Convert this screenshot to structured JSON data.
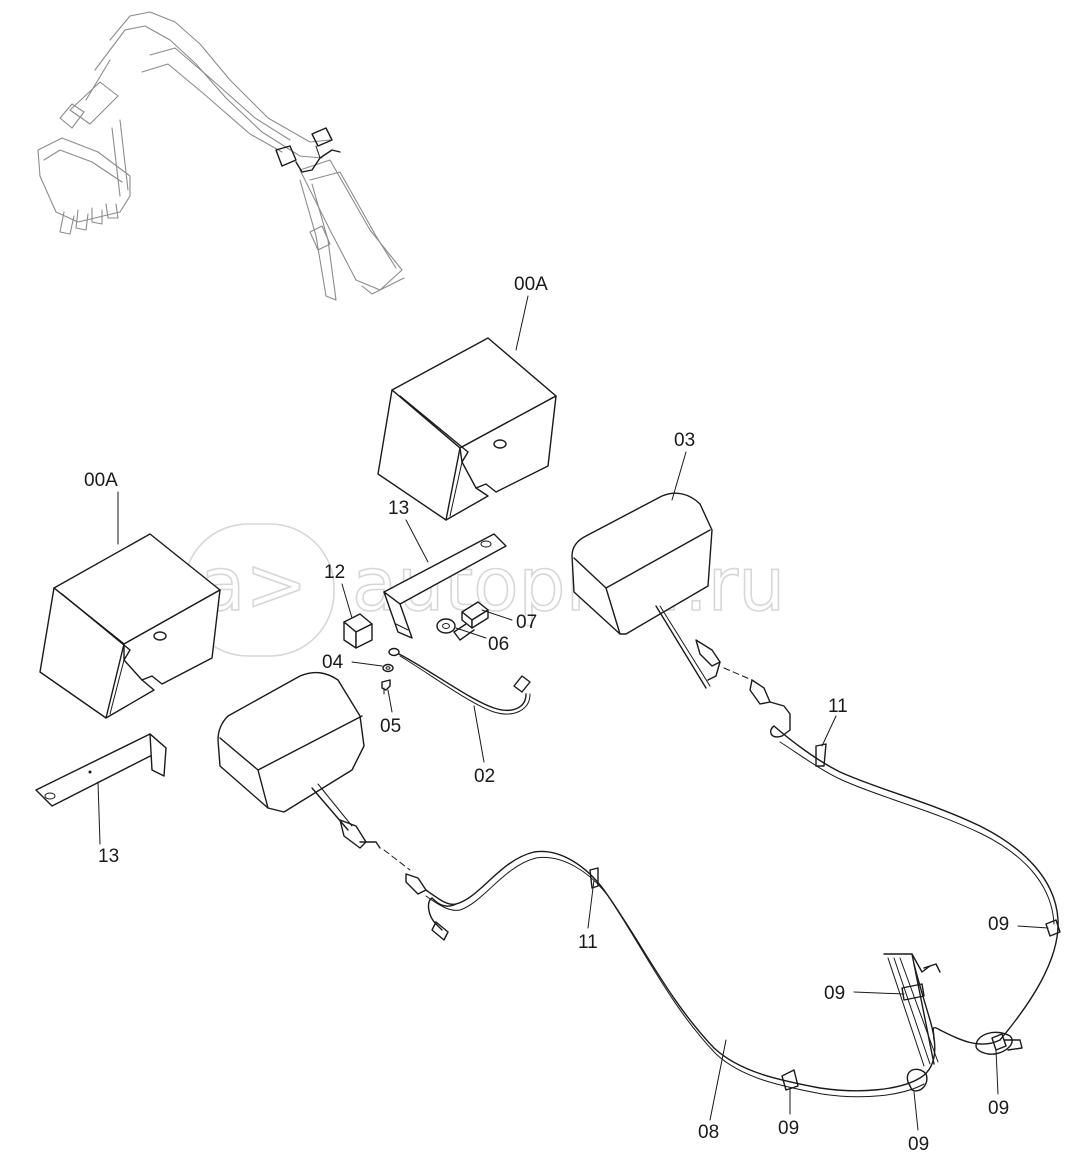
{
  "watermark": {
    "logo": "a>",
    "text": "autopiter.ru"
  },
  "callouts": [
    {
      "id": "box-left",
      "text": "00A"
    },
    {
      "id": "box-top",
      "text": "00A"
    },
    {
      "id": "sensor-right",
      "text": "03"
    },
    {
      "id": "bracket-top",
      "text": "13"
    },
    {
      "id": "bracket-bottom",
      "text": "13"
    },
    {
      "id": "block",
      "text": "12"
    },
    {
      "id": "bolt",
      "text": "07"
    },
    {
      "id": "washer",
      "text": "06"
    },
    {
      "id": "nut",
      "text": "04"
    },
    {
      "id": "screw",
      "text": "05"
    },
    {
      "id": "cable-short",
      "text": "02"
    },
    {
      "id": "clamp-right",
      "text": "11"
    },
    {
      "id": "clamp-left",
      "text": "11"
    },
    {
      "id": "cable-long",
      "text": "08"
    },
    {
      "id": "tie-a",
      "text": "09"
    },
    {
      "id": "tie-b",
      "text": "09"
    },
    {
      "id": "tie-c",
      "text": "09"
    },
    {
      "id": "tie-d",
      "text": "09"
    },
    {
      "id": "tie-e",
      "text": "09"
    }
  ]
}
